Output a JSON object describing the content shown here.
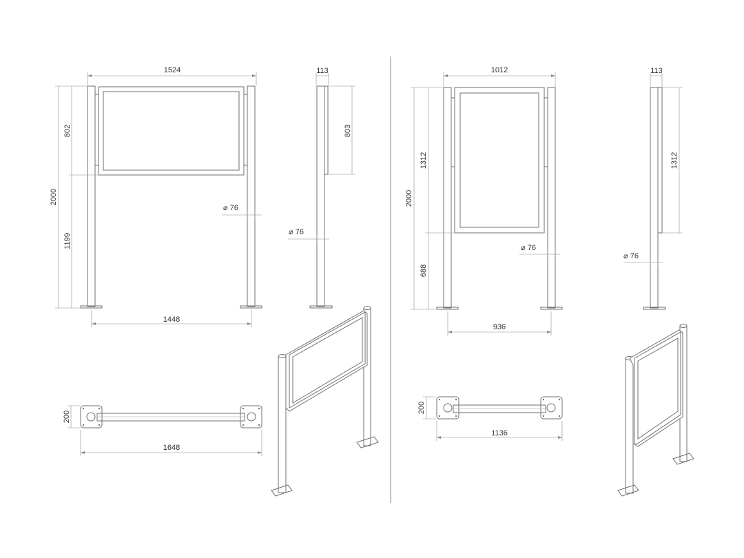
{
  "landscape": {
    "front": {
      "width": "1524",
      "height_total": "2000",
      "panel_height": "802",
      "leg_height": "1199",
      "post_spacing": "1448"
    },
    "side": {
      "depth": "113",
      "panel_height": "803",
      "post_diameter_b": "⌀ 76"
    },
    "post_diameter": "⌀ 76",
    "plan": {
      "width": "1648",
      "depth": "200"
    }
  },
  "portrait": {
    "front": {
      "width": "1012",
      "height_total": "2000",
      "panel_height": "1312",
      "leg_height": "688",
      "post_spacing": "936"
    },
    "side": {
      "depth": "113",
      "panel_height": "1312",
      "post_diameter_b": "⌀ 76"
    },
    "post_diameter": "⌀ 76",
    "plan": {
      "width": "1136",
      "depth": "200"
    }
  }
}
